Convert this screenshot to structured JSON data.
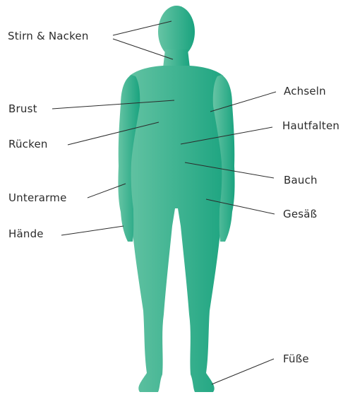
{
  "labels": {
    "forehead_neck": "Stirn & Nacken",
    "chest": "Brust",
    "back": "Rücken",
    "forearms": "Unterarme",
    "hands": "Hände",
    "armpits": "Achseln",
    "skin_folds": "Hautfalten",
    "belly": "Bauch",
    "buttocks": "Gesäß",
    "feet": "Füße"
  },
  "colors": {
    "body_light": "#66c4a4",
    "body_dark": "#1aa37f",
    "leader_line": "#2b2b2b",
    "text": "#2b2b2b"
  }
}
